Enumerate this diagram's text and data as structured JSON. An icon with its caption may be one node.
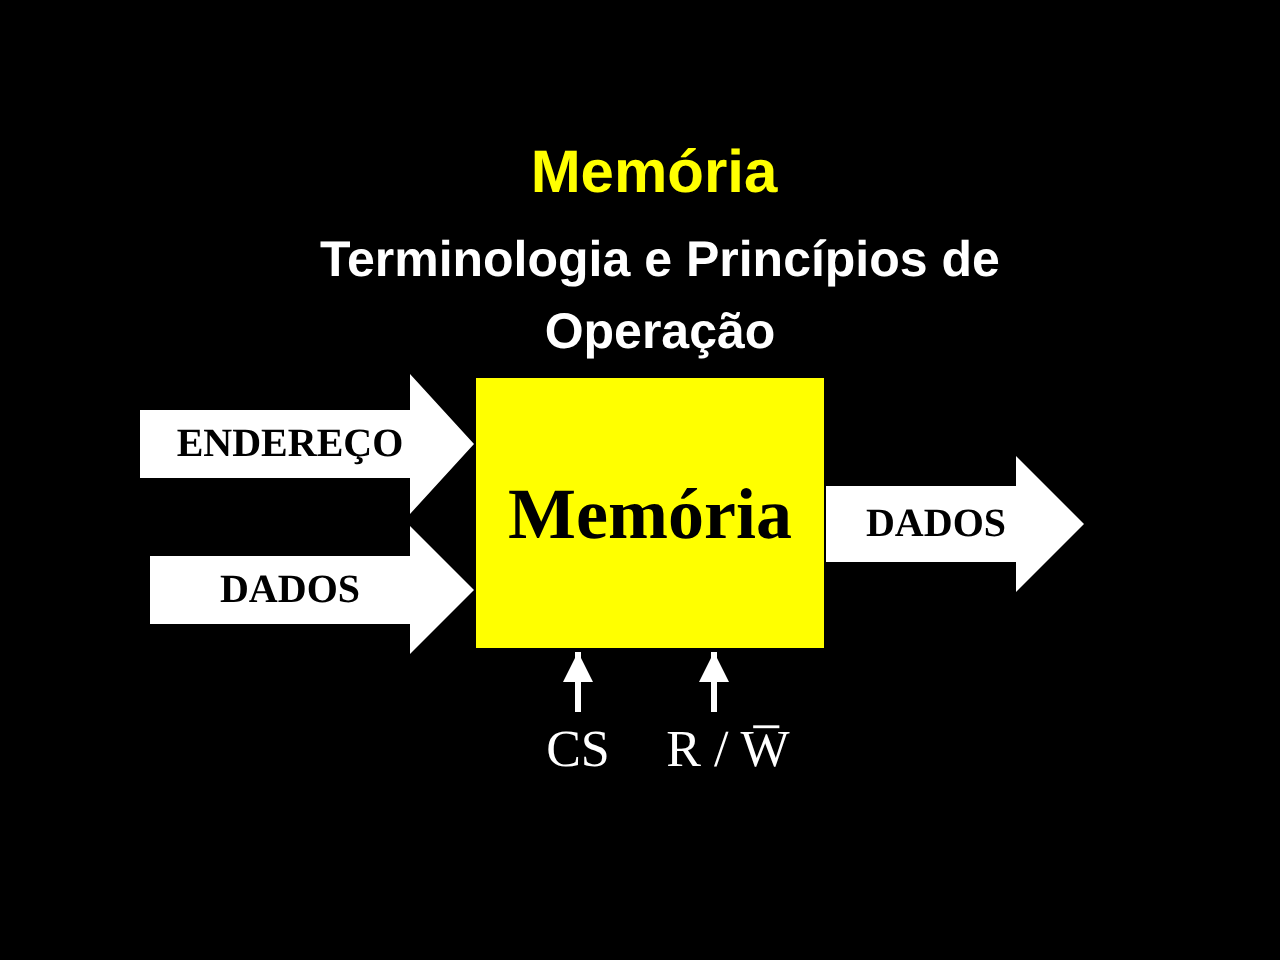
{
  "diagram": {
    "title": "Memória",
    "nodes": [
      {
        "text": [
          "Memória"
        ]
      },
      {
        "text": [
          "CS"
        ]
      },
      {
        "text": [
          "R / W̅"
        ]
      }
    ],
    "edges": [
      {
        "from": null,
        "to": 0,
        "arrow": "to",
        "label": "ENDEREÇO"
      },
      {
        "from": null,
        "to": 0,
        "arrow": "to",
        "label": "DADOS"
      },
      {
        "from": 0,
        "to": null,
        "arrow": "to",
        "label": "DADOS"
      },
      {
        "from": 1,
        "to": 0,
        "arrow": "to"
      },
      {
        "from": 2,
        "to": 0,
        "arrow": "to"
      }
    ],
    "labels": [
      "Terminologia e Princípios de Operação"
    ]
  }
}
